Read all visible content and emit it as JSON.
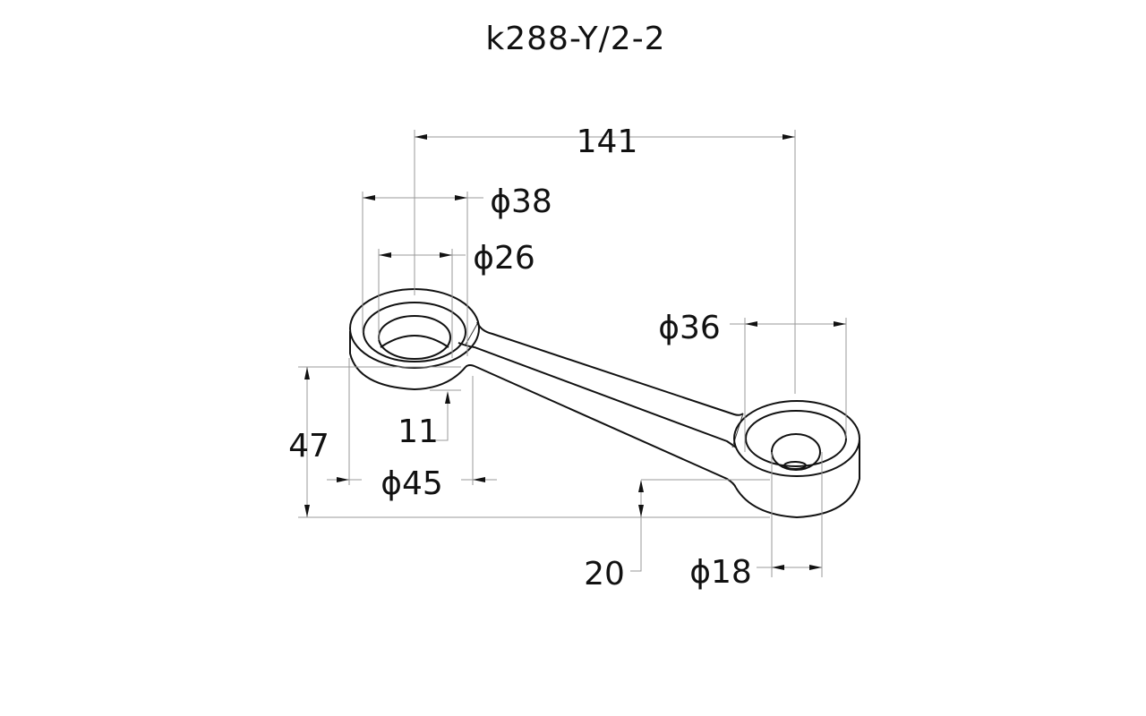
{
  "drawing": {
    "title": "k288-Y/2-2",
    "dimensions": {
      "center_distance": "141",
      "left_outer_diameter": "ϕ38",
      "left_hole_diameter": "ϕ26",
      "right_outer_diameter": "ϕ36",
      "total_height": "47",
      "left_thickness": "11",
      "left_base_diameter": "ϕ45",
      "right_thickness": "20",
      "right_hole_diameter": "ϕ18"
    }
  }
}
